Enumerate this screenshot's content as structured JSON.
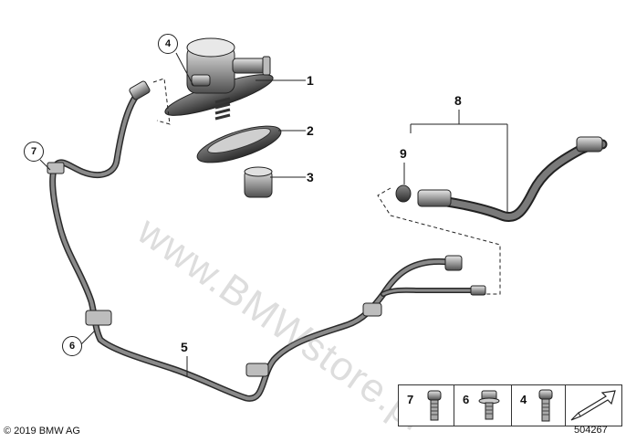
{
  "diagram": {
    "callouts": {
      "c1": "1",
      "c2": "2",
      "c3": "3",
      "c4": "4",
      "c5": "5",
      "c6": "6",
      "c7": "7",
      "c8": "8",
      "c9": "9"
    },
    "watermark": "www.BMWstore.pl",
    "copyright": "© 2019 BMW AG",
    "doc_number": "504267"
  },
  "legend": {
    "items": [
      {
        "number": "7",
        "icon": "bolt-icon"
      },
      {
        "number": "6",
        "icon": "flange-bolt-icon"
      },
      {
        "number": "4",
        "icon": "bolt-icon"
      },
      {
        "number": "",
        "icon": "direction-arrow-icon"
      }
    ]
  },
  "colors": {
    "line": "#222222",
    "part_fill": "#9a9a9a",
    "pipe": "#6e6e6e"
  }
}
